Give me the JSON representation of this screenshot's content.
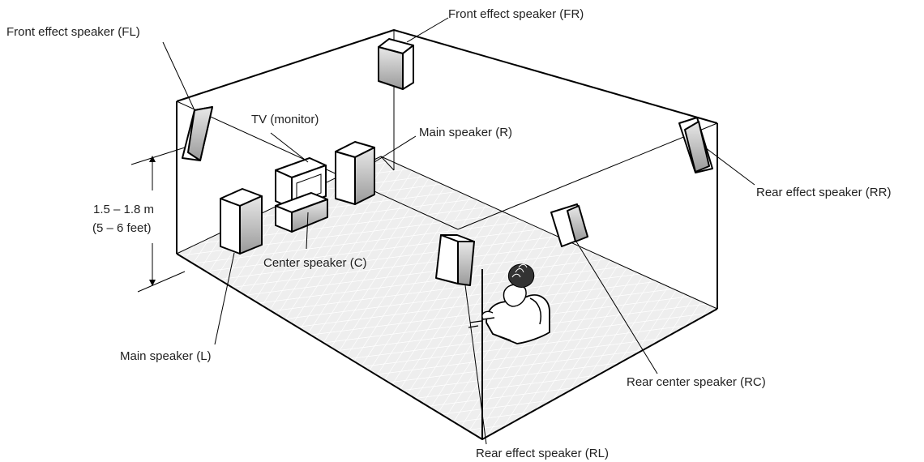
{
  "labels": {
    "front_effect_fl": "Front effect speaker (FL)",
    "front_effect_fr": "Front effect speaker (FR)",
    "tv": "TV (monitor)",
    "main_r": "Main speaker (R)",
    "rear_effect_rr": "Rear effect speaker (RR)",
    "height_m": "1.5 – 1.8 m",
    "height_ft": "(5 – 6 feet)",
    "center": "Center speaker (C)",
    "main_l": "Main speaker (L)",
    "rear_center": "Rear center speaker (RC)",
    "rear_effect_rl": "Rear effect speaker (RL)"
  },
  "colors": {
    "line": "#000000",
    "floor_fill": "#eeeeee",
    "floor_grid": "#ffffff",
    "speaker_front": "#ffffff",
    "speaker_side": "#b8b8b8"
  }
}
